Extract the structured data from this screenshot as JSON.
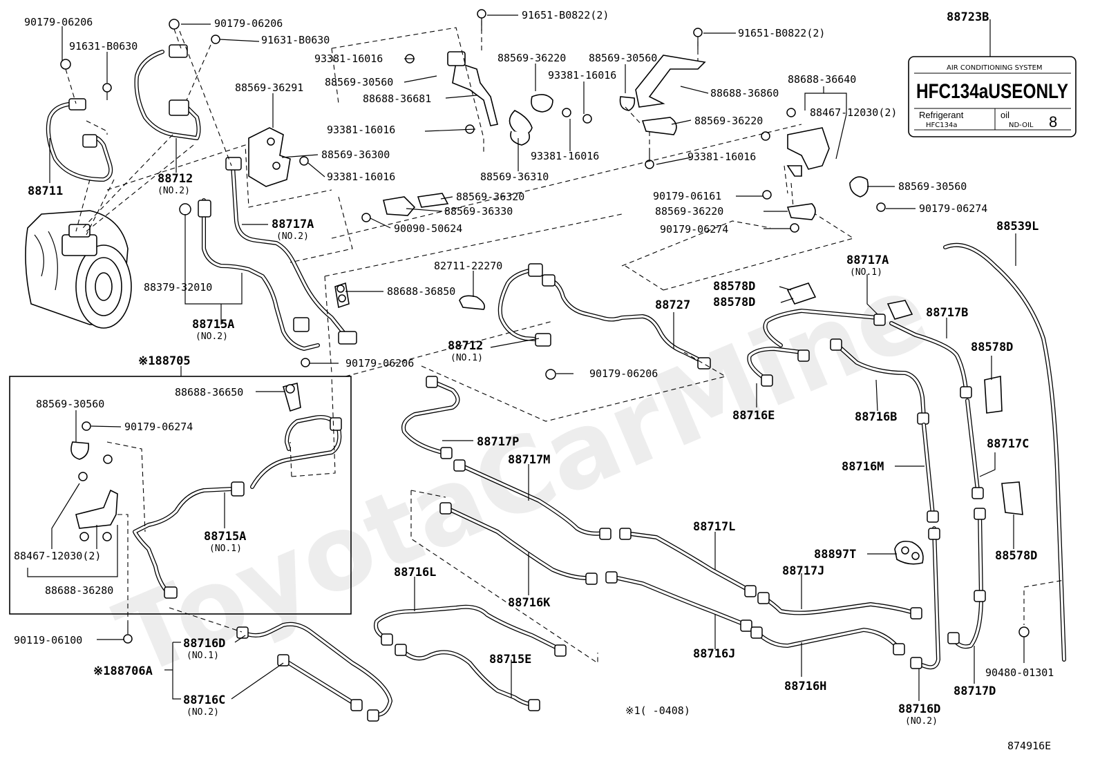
{
  "diagram": {
    "watermark": "ToyotaCarMine",
    "figure_id": "874916E",
    "footnote": "※1(     -0408)",
    "decal": {
      "part_no": "88723B",
      "header": "AIR CONDITIONING SYSTEM",
      "main": "HFC134aUSEONLY",
      "refrigerant_label": "Refrigerant",
      "refrigerant_value": "HFC134a",
      "oil_label": "oil",
      "oil_value": "ND-OIL",
      "number": "8"
    },
    "labels": {
      "l01": "90179-06206",
      "l02": "91631-B0630",
      "l03": "90179-06206",
      "l04": "91631-B0630",
      "l05": "91651-B0822(2)",
      "l06": "93381-16016",
      "l07": "88569-30560",
      "l08": "88688-36681",
      "l09": "88569-36220",
      "l10": "88569-30560",
      "l11": "93381-16016",
      "l12": "91651-B0822(2)",
      "l13": "88569-36291",
      "l14": "88688-36860",
      "l15": "88688-36640",
      "l16": "88467-12030(2)",
      "l17": "93381-16016",
      "l18": "88569-36220",
      "l19": "88569-36300",
      "l20": "93381-16016",
      "l21": "93381-16016",
      "l22": "93381-16016",
      "l23": "88569-36310",
      "l24": "88711",
      "l25": "88712",
      "l25b": "(NO.2)",
      "l26": "88569-36320",
      "l27": "88569-36330",
      "l28": "90179-06161",
      "l29": "88569-30560",
      "l30": "88569-36220",
      "l31": "90179-06274",
      "l32": "90090-50624",
      "l33": "88717A",
      "l33b": "(NO.2)",
      "l34": "90179-06274",
      "l35": "88539L",
      "l36": "82711-22270",
      "l37": "88717A",
      "l37b": "(NO.1)",
      "l38": "88688-36850",
      "l39": "88379-32010",
      "l40": "88578D",
      "l41": "88578D",
      "l42": "88727",
      "l43": "88717B",
      "l44": "88715A",
      "l44b": "(NO.2)",
      "l45": "88712",
      "l45b": "(NO.1)",
      "l46": "90179-06206",
      "l47": "88578D",
      "l48": "90179-06206",
      "l49": "※188705",
      "l50": "88716E",
      "l51": "88716B",
      "l52": "88688-36650",
      "l53": "88717C",
      "l54": "88569-30560",
      "l55": "90179-06274",
      "l56": "88717P",
      "l57": "88717M",
      "l58": "88716M",
      "l59": "88715A",
      "l59b": "(NO.1)",
      "l60": "88578D",
      "l61": "88717L",
      "l62": "88897T",
      "l63": "88467-12030(2)",
      "l64": "88716L",
      "l65": "88717J",
      "l66": "88688-36280",
      "l67": "88716K",
      "l68": "90119-06100",
      "l69": "88716D",
      "l69b": "(NO.1)",
      "l70": "88715E",
      "l71": "88716J",
      "l72": "※188706A",
      "l73": "88716H",
      "l74": "90480-01301",
      "l75": "88717D",
      "l76": "88716C",
      "l76b": "(NO.2)",
      "l77": "88716D",
      "l77b": "(NO.2)"
    }
  }
}
